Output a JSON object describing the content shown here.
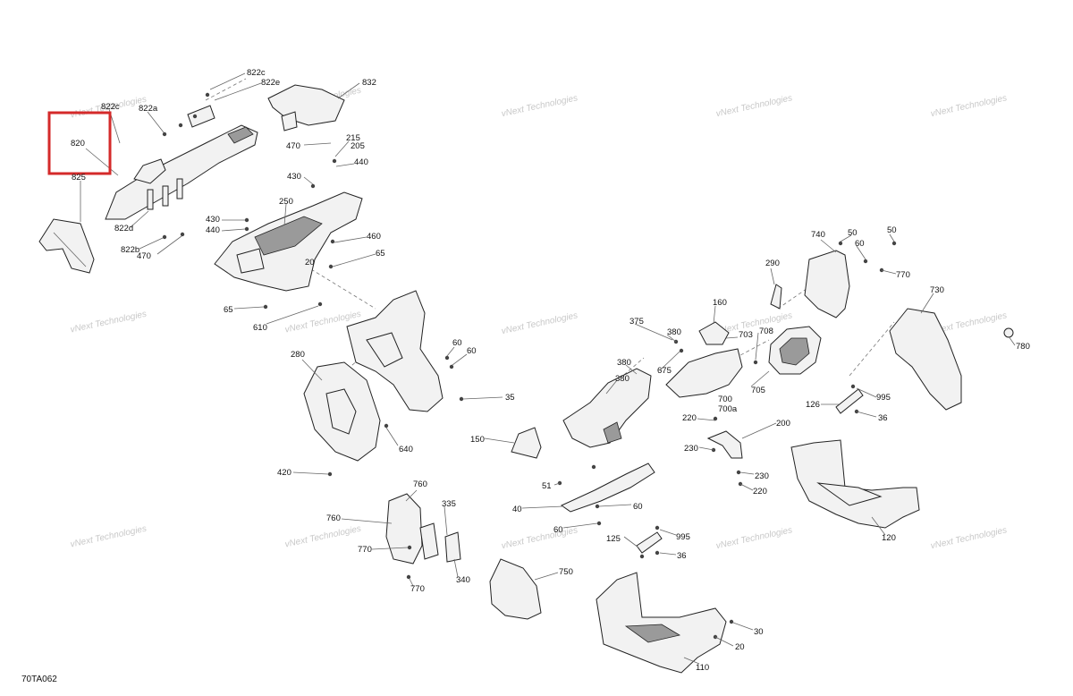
{
  "diagram_code": "70TA062",
  "highlight": {
    "label": "820",
    "color": "#d42a2a"
  },
  "watermark": "vNext Technologies",
  "labels": [
    {
      "id": "822c-a",
      "text": "822c"
    },
    {
      "id": "822e",
      "text": "822e"
    },
    {
      "id": "832",
      "text": "832"
    },
    {
      "id": "822c-b",
      "text": "822c"
    },
    {
      "id": "822a",
      "text": "822a"
    },
    {
      "id": "820",
      "text": "820"
    },
    {
      "id": "825",
      "text": "825"
    },
    {
      "id": "822d",
      "text": "822d"
    },
    {
      "id": "822b",
      "text": "822b"
    },
    {
      "id": "470-a",
      "text": "470"
    },
    {
      "id": "470-b",
      "text": "470"
    },
    {
      "id": "215",
      "text": "215"
    },
    {
      "id": "205",
      "text": "205"
    },
    {
      "id": "440-a",
      "text": "440"
    },
    {
      "id": "430-a",
      "text": "430"
    },
    {
      "id": "250",
      "text": "250"
    },
    {
      "id": "430-b",
      "text": "430"
    },
    {
      "id": "440-b",
      "text": "440"
    },
    {
      "id": "460",
      "text": "460"
    },
    {
      "id": "65-a",
      "text": "65"
    },
    {
      "id": "65-b",
      "text": "65"
    },
    {
      "id": "20-a",
      "text": "20"
    },
    {
      "id": "610",
      "text": "610"
    },
    {
      "id": "280",
      "text": "280"
    },
    {
      "id": "60-a",
      "text": "60"
    },
    {
      "id": "60-b",
      "text": "60"
    },
    {
      "id": "35",
      "text": "35"
    },
    {
      "id": "640",
      "text": "640"
    },
    {
      "id": "420",
      "text": "420"
    },
    {
      "id": "150",
      "text": "150"
    },
    {
      "id": "760-a",
      "text": "760"
    },
    {
      "id": "760-b",
      "text": "760"
    },
    {
      "id": "335",
      "text": "335"
    },
    {
      "id": "770-a",
      "text": "770"
    },
    {
      "id": "770-b",
      "text": "770"
    },
    {
      "id": "340",
      "text": "340"
    },
    {
      "id": "750",
      "text": "750"
    },
    {
      "id": "375",
      "text": "375"
    },
    {
      "id": "380-a",
      "text": "380"
    },
    {
      "id": "380-b",
      "text": "380"
    },
    {
      "id": "380-c",
      "text": "380"
    },
    {
      "id": "675",
      "text": "675"
    },
    {
      "id": "160",
      "text": "160"
    },
    {
      "id": "703",
      "text": "703"
    },
    {
      "id": "708",
      "text": "708"
    },
    {
      "id": "700",
      "text": "700"
    },
    {
      "id": "700a",
      "text": "700a"
    },
    {
      "id": "705",
      "text": "705"
    },
    {
      "id": "290",
      "text": "290"
    },
    {
      "id": "740",
      "text": "740"
    },
    {
      "id": "50-a",
      "text": "50"
    },
    {
      "id": "50-b",
      "text": "50"
    },
    {
      "id": "60-c",
      "text": "60"
    },
    {
      "id": "770-c",
      "text": "770"
    },
    {
      "id": "730",
      "text": "730"
    },
    {
      "id": "780",
      "text": "780"
    },
    {
      "id": "126",
      "text": "126"
    },
    {
      "id": "995-a",
      "text": "995"
    },
    {
      "id": "36-a",
      "text": "36"
    },
    {
      "id": "220-a",
      "text": "220"
    },
    {
      "id": "200",
      "text": "200"
    },
    {
      "id": "230-a",
      "text": "230"
    },
    {
      "id": "230-b",
      "text": "230"
    },
    {
      "id": "220-b",
      "text": "220"
    },
    {
      "id": "51",
      "text": "51"
    },
    {
      "id": "40",
      "text": "40"
    },
    {
      "id": "60-d",
      "text": "60"
    },
    {
      "id": "60-e",
      "text": "60"
    },
    {
      "id": "125",
      "text": "125"
    },
    {
      "id": "995-b",
      "text": "995"
    },
    {
      "id": "36-b",
      "text": "36"
    },
    {
      "id": "120",
      "text": "120"
    },
    {
      "id": "30",
      "text": "30"
    },
    {
      "id": "20-b",
      "text": "20"
    },
    {
      "id": "110",
      "text": "110"
    }
  ]
}
